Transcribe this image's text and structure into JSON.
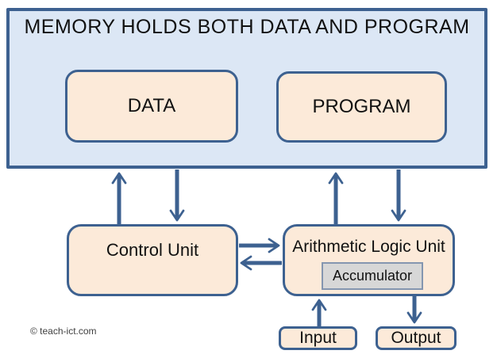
{
  "memory": {
    "title": "MEMORY HOLDS BOTH DATA AND PROGRAM",
    "data_label": "DATA",
    "program_label": "PROGRAM"
  },
  "units": {
    "control_unit_label": "Control Unit",
    "alu_label": "Arithmetic Logic Unit",
    "accumulator_label": "Accumulator"
  },
  "io": {
    "input_label": "Input",
    "output_label": "Output"
  },
  "footer": {
    "copyright": "© teach-ict.com"
  },
  "colors": {
    "memory_fill": "#dce7f5",
    "unit_fill": "#fcead9",
    "border_and_arrow_blue": "#3d6190",
    "accumulator_fill": "#d7d7d7",
    "accumulator_border": "#8496b0",
    "text": "#111111",
    "background": "#ffffff"
  },
  "connections": [
    {
      "from": "control-unit",
      "to": "memory",
      "direction": "up"
    },
    {
      "from": "memory",
      "to": "control-unit",
      "direction": "down"
    },
    {
      "from": "alu",
      "to": "memory",
      "direction": "up"
    },
    {
      "from": "memory",
      "to": "alu",
      "direction": "down"
    },
    {
      "from": "control-unit",
      "to": "alu",
      "direction": "right"
    },
    {
      "from": "alu",
      "to": "control-unit",
      "direction": "left"
    },
    {
      "from": "input",
      "to": "alu",
      "direction": "up"
    },
    {
      "from": "alu",
      "to": "output",
      "direction": "down"
    }
  ]
}
